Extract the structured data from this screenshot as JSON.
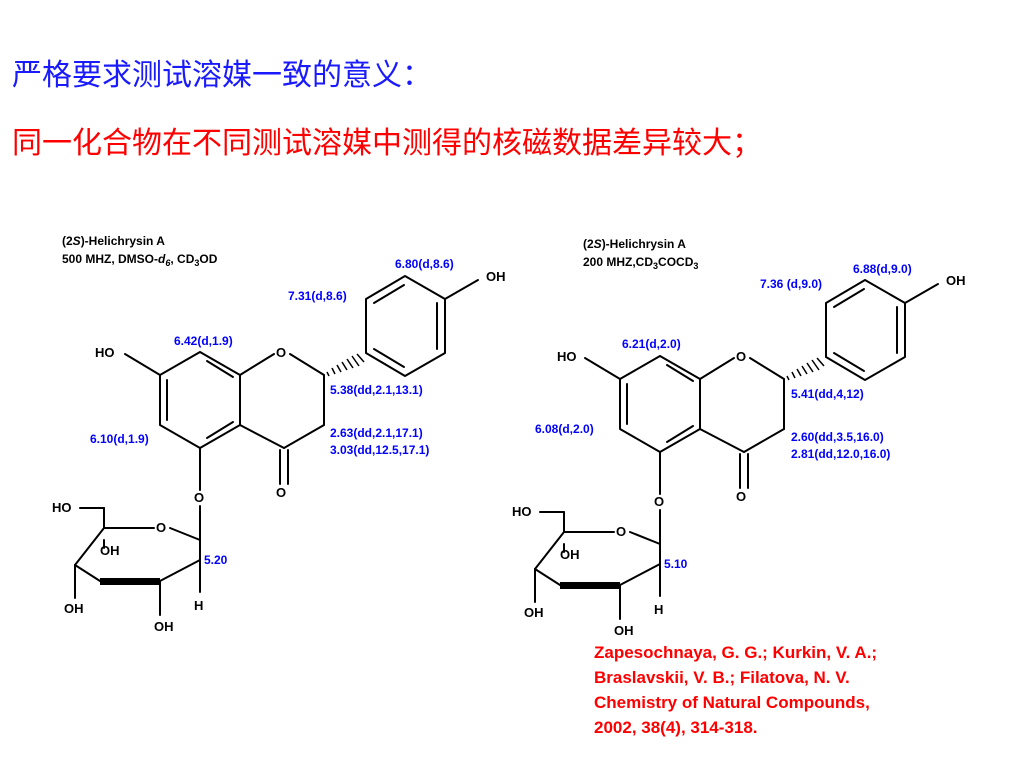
{
  "headings": {
    "line1": "严格要求测试溶媒一致的意义：",
    "line2": "同一化合物在不同测试溶媒中测得的核磁数据差异较大；"
  },
  "left": {
    "header_name_pre": "(2",
    "header_name_s": "S",
    "header_name_post": ")-Helichrysin A",
    "header_cond_pre": "500 MHZ, DMSO-",
    "header_cond_d": "d",
    "header_cond_6": "6",
    "header_cond_mid": ", CD",
    "header_cond_3": "3",
    "header_cond_post": "OD",
    "nmr": {
      "h_b_top": "6.80(d,8.6)",
      "h_b_side": "7.31(d,8.6)",
      "h_a8": "6.42(d,1.9)",
      "h_2": "5.38(dd,2.1,13.1)",
      "h_3a": "2.63(dd,2.1,17.1)",
      "h_3b": "3.03(dd,12.5,17.1)",
      "h_a6": "6.10(d,1.9)",
      "h_anomeric": "5.20"
    }
  },
  "right": {
    "header_name_pre": "(2",
    "header_name_s": "S",
    "header_name_post": ")-Helichrysin A",
    "header_cond_pre": "200 MHZ,CD",
    "header_cond_3a": "3",
    "header_cond_mid": "COCD",
    "header_cond_3b": "3",
    "nmr": {
      "h_b_top": "6.88(d,9.0)",
      "h_b_side": "7.36 (d,9.0)",
      "h_a8": "6.21(d,2.0)",
      "h_2": "5.41(dd,4,12)",
      "h_3a": "2.60(dd,3.5,16.0)",
      "h_3b": "2.81(dd,12.0,16.0)",
      "h_a6": "6.08(d,2.0)",
      "h_anomeric": "5.10"
    }
  },
  "atoms": {
    "oh": "OH",
    "ho": "HO",
    "o": "O",
    "h": "H"
  },
  "reference": {
    "line1": "Zapesochnaya, G. G.; Kurkin, V. A.;",
    "line2": "Braslavskii, V. B.; Filatova, N. V.",
    "line3": "Chemistry of Natural Compounds,",
    "line4": "2002,  38(4),  314-318."
  },
  "colors": {
    "heading_blue": "#1a1aff",
    "heading_red": "#ff0000",
    "nmr_blue": "#0000ff",
    "reference_red": "#ff0000"
  }
}
